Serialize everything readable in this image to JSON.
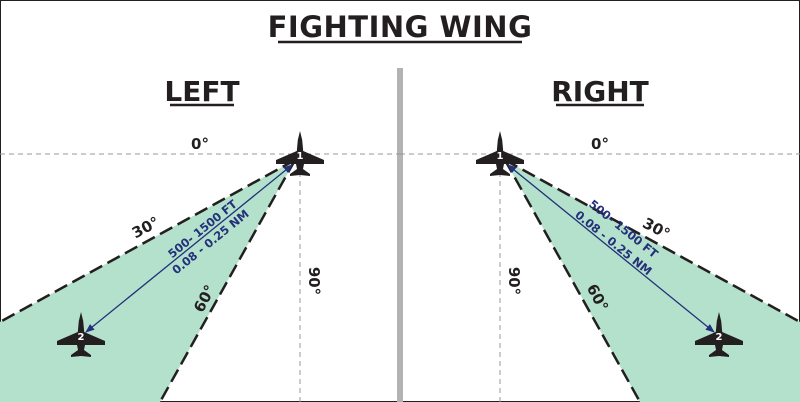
{
  "title": "FIGHTING WING",
  "left": {
    "label": "LEFT",
    "angle_0": "0°",
    "angle_30": "30°",
    "angle_60": "60°",
    "angle_90": "90°",
    "distance_ft": "500- 1500 FT",
    "distance_nm": "0.08 - 0.25 NM",
    "lead_number": "1",
    "wing_number": "2"
  },
  "right": {
    "label": "RIGHT",
    "angle_0": "0°",
    "angle_30": "30°",
    "angle_60": "60°",
    "angle_90": "90°",
    "distance_ft": "500- 1500 FT",
    "distance_nm": "0.08 - 0.25 NM",
    "lead_number": "1",
    "wing_number": "2"
  },
  "colors": {
    "cone_fill": "#b4e1cc",
    "arrow": "#24307a",
    "divider": "#b3b3b3",
    "ink": "#231f20"
  }
}
